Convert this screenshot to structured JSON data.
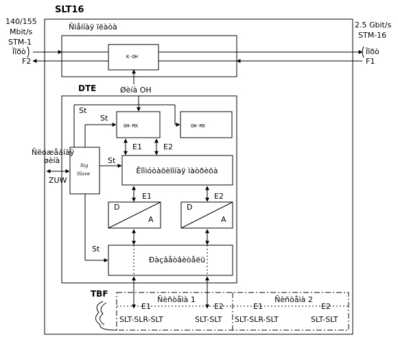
{
  "title": "SLT16",
  "left_port": {
    "rate": "140/155",
    "unit": "Mbit/s",
    "stm": "STM-1",
    "port": "Ïîðò",
    "flow": "F2"
  },
  "right_port": {
    "rate": "2.5 Gbit/s",
    "stm": "STM-16",
    "port": "Ïîðò",
    "flow": "F1"
  },
  "top_block": {
    "label": "Ñìåííàÿ ïëàòà",
    "oh_box": "K-OH"
  },
  "oh_bus_label": "Øèíà OH",
  "dte": {
    "label": "DTE",
    "st_bus": "St",
    "st_to_ohmx": "St",
    "ohmx_left": "OH-MX",
    "ohmx_right": "OH-MX",
    "e1": "E1",
    "e2": "E2",
    "sig_box_line1": "Sig",
    "sig_box_line2": "Slave",
    "st_to_switch": "St",
    "switch_box": "Êîììóòàöèîííàÿ ìàòðèöà",
    "e1_lower": "E1",
    "e2_lower": "E2",
    "conv_left_top": "D",
    "conv_left_bottom": "A",
    "conv_right_top": "D",
    "conv_right_bottom": "A",
    "st_to_interface": "St",
    "interface_box": "Ðàçâåòâèòåëü"
  },
  "sync_bus": {
    "label_line1": "Ñëóæåáíàÿ",
    "label_line2": "øèíà",
    "zuw": "ZUW"
  },
  "tbf": {
    "label": "TBF",
    "system1": "Ñèñòåìà 1",
    "system2": "Ñèñòåìà 2",
    "e1": "E1",
    "e2": "E2",
    "e1_b": "E1",
    "e2_b": "E2",
    "slr": "SLT-SLR-SLT",
    "slt": "SLT-SLT",
    "slr_b": "SLT-SLR-SLT",
    "slt_b": "SLT-SLT"
  }
}
